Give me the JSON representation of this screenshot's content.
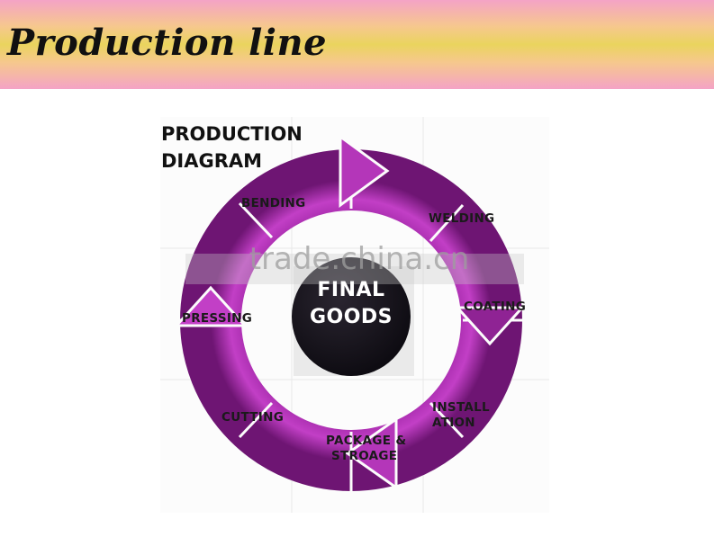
{
  "header": {
    "title": "Production line"
  },
  "diagram": {
    "heading_line1": "PRODUCTION",
    "heading_line2": "DIAGRAM",
    "center_line1": "FINAL",
    "center_line2": "GOODS",
    "steps": {
      "bending": "BENDING",
      "welding": "WELDING",
      "coating": "COATING",
      "installation_line1": "INSTALL",
      "installation_line2": "ATION",
      "package_line1": "PACKAGE &",
      "package_line2": "STROAGE",
      "cutting": "CUTTING",
      "pressing": "PRESSING"
    },
    "watermark": "trade.china.cn"
  },
  "colors": {
    "ring_light": "#c23fc6",
    "ring_dark": "#5a0f5e",
    "center_fill": "#16131c"
  }
}
